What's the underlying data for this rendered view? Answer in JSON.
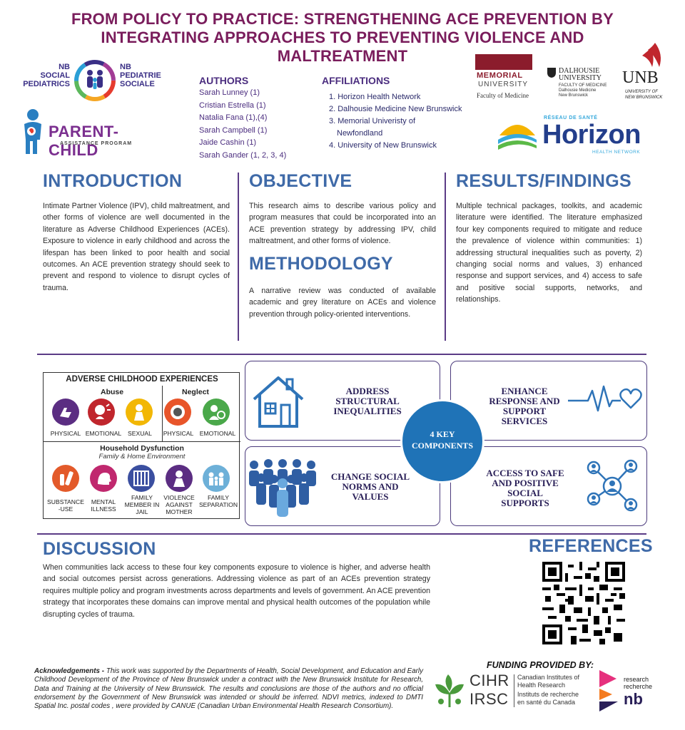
{
  "title": "FROM POLICY TO PRACTICE: STRENGTHENING ACE PREVENTION BY INTEGRATING APPROACHES TO PREVENTING VIOLENCE AND MALTREATMENT",
  "logos": {
    "nb_social_left_1": "NB",
    "nb_social_left_2": "SOCIAL",
    "nb_social_left_3": "PEDIATRICS",
    "nb_social_right_1": "NB",
    "nb_social_right_2": "PEDIATRIE",
    "nb_social_right_3": "SOCIALE",
    "parent_child": "PARENT-CHILD",
    "parent_child_sub": "ASSISTANCE PROGRAM",
    "memorial_1": "MEMORIAL",
    "memorial_2": "UNIVERSITY",
    "memorial_3": "Faculty of Medicine",
    "dal_1": "DALHOUSIE",
    "dal_2": "UNIVERSITY",
    "dal_3": "FACULTY OF MEDICINE",
    "dal_4": "Dalhousie Medicine",
    "dal_5": "New Brunswick",
    "unb_1": "UNB",
    "unb_2": "UNIVERSITY OF",
    "unb_3": "NEW BRUNSWICK",
    "horizon_top": "RÉSEAU DE SANTÉ",
    "horizon_main": "Horizon",
    "horizon_bottom": "HEALTH NETWORK"
  },
  "authors": {
    "heading": "AUTHORS",
    "list": [
      "Sarah Lunney (1)",
      "Cristian Estrella (1)",
      "Natalia Fana  (1),(4)",
      "Sarah Campbell (1)",
      "Jaide Cashin (1)",
      "Sarah Gander (1, 2, 3, 4)"
    ]
  },
  "affiliations": {
    "heading": "AFFILIATIONS",
    "list": [
      "1. Horizon Health Network",
      "2. Dalhousie Medicine New Brunswick",
      "3. Memorial Univeristy of",
      "Newfondland",
      "4. University of New Brunswick"
    ]
  },
  "introduction": {
    "heading": "INTRODUCTION",
    "text": "Intimate Partner Violence (IPV), child maltreatment, and other forms of violence are well documented in the literature as Adverse Childhood Experiences (ACEs). Exposure to violence in early childhood and across the lifespan has been linked to poor health and social outcomes. An ACE prevention strategy should seek to prevent and respond to violence to disrupt cycles of trauma."
  },
  "objective": {
    "heading": "OBJECTIVE",
    "text": "This research aims to describe various policy and program measures that could be incorporated into an ACE prevention strategy by addressing IPV, child maltreatment, and other forms of violence."
  },
  "methodology": {
    "heading": "METHODOLOGY",
    "text": "A narrative review was conducted of available academic and grey literature on ACEs and violence prevention through policy-oriented interventions."
  },
  "results": {
    "heading": "RESULTS/FINDINGS",
    "text": "Multiple technical packages, toolkits, and academic literature were identified. The literature emphasized four key components required to mitigate and reduce the prevalence of violence within communities: 1) addressing structural inequalities such as poverty, 2) changing social norms and values, 3) enhanced response and support services, and 4) access to safe and positive social supports, networks, and relationships."
  },
  "ace": {
    "title": "ADVERSE CHILDHOOD EXPERIENCES",
    "abuse": "Abuse",
    "neglect": "Neglect",
    "row1": [
      "PHYSICAL",
      "EMOTIONAL",
      "SEXUAL",
      "PHYSICAL",
      "EMOTIONAL"
    ],
    "household": "Household Dysfunction",
    "household_sub": "Family & Home Environment",
    "row2": [
      [
        "SUBSTANCE",
        "-USE"
      ],
      [
        "MENTAL",
        "ILLNESS"
      ],
      [
        "FAMILY",
        "MEMBER IN",
        "JAIL"
      ],
      [
        "VIOLENCE",
        "AGAINST",
        "MOTHER"
      ],
      [
        "FAMILY",
        "SEPARATION"
      ]
    ],
    "colors": [
      "#5b2d82",
      "#c0262d",
      "#f2b705",
      "#e8552a",
      "#4aa84a",
      "#e35a2a",
      "#c0286e",
      "#3b4fa0",
      "#5b2d82",
      "#6db0d8"
    ]
  },
  "components": {
    "center_1": "4 KEY",
    "center_2": "COMPONENTS",
    "c1": [
      "ADDRESS",
      "STRUCTURAL",
      "INEQUALITIES"
    ],
    "c2": [
      "ENHANCE",
      "RESPONSE AND",
      "SUPPORT",
      "SERVICES"
    ],
    "c3": [
      "CHANGE SOCIAL",
      "NORMS AND",
      "VALUES"
    ],
    "c4": [
      "ACCESS TO SAFE",
      "AND POSITIVE",
      "SOCIAL",
      "SUPPORTS"
    ]
  },
  "discussion": {
    "heading": "DISCUSSION",
    "text": "When communities lack access to these four key components exposure to violence is higher, and adverse health and social outcomes persist across generations. Addressing violence as part of an ACEs prevention strategy requires multiple policy and program investments across departments and levels of government. An ACE prevention strategy that incorporates these domains can improve mental and physical health outcomes of the population while disrupting cycles of trauma."
  },
  "references": {
    "heading": "REFERENCES"
  },
  "acknowledgements": {
    "label": "Acknowledgements -",
    "text": " This work was supported by the Departments of Health, Social Development, and Education and Early Childhood Development of the Province of New Brunswick under a contract with the New Brunswick Institute for Research, Data and Training at the University of New Brunswick. The results and conclusions are those of the authors and no official endorsement by the Government of New Brunswick was intended or should be inferred. NDVI metrics, indexed to DMTI Spatial Inc. postal codes , were provided by CANUE (Canadian Urban Environmental Health Research Consortium)."
  },
  "funding": {
    "heading": "FUNDING PROVIDED BY:",
    "cihr": "CIHR",
    "irsc": "IRSC",
    "cihr_en_1": "Canadian Institutes of",
    "cihr_en_2": "Health Research",
    "cihr_fr_1": "Instituts de recherche",
    "cihr_fr_2": "en santé du Canada",
    "rnb_1": "research",
    "rnb_2": "recherche",
    "rnb_3": "nb"
  },
  "theme": {
    "title_color": "#7a1d5c",
    "heading_color": "#3f6aa8",
    "divider_color": "#5b3b86",
    "center_circle": "#1f73b7"
  }
}
